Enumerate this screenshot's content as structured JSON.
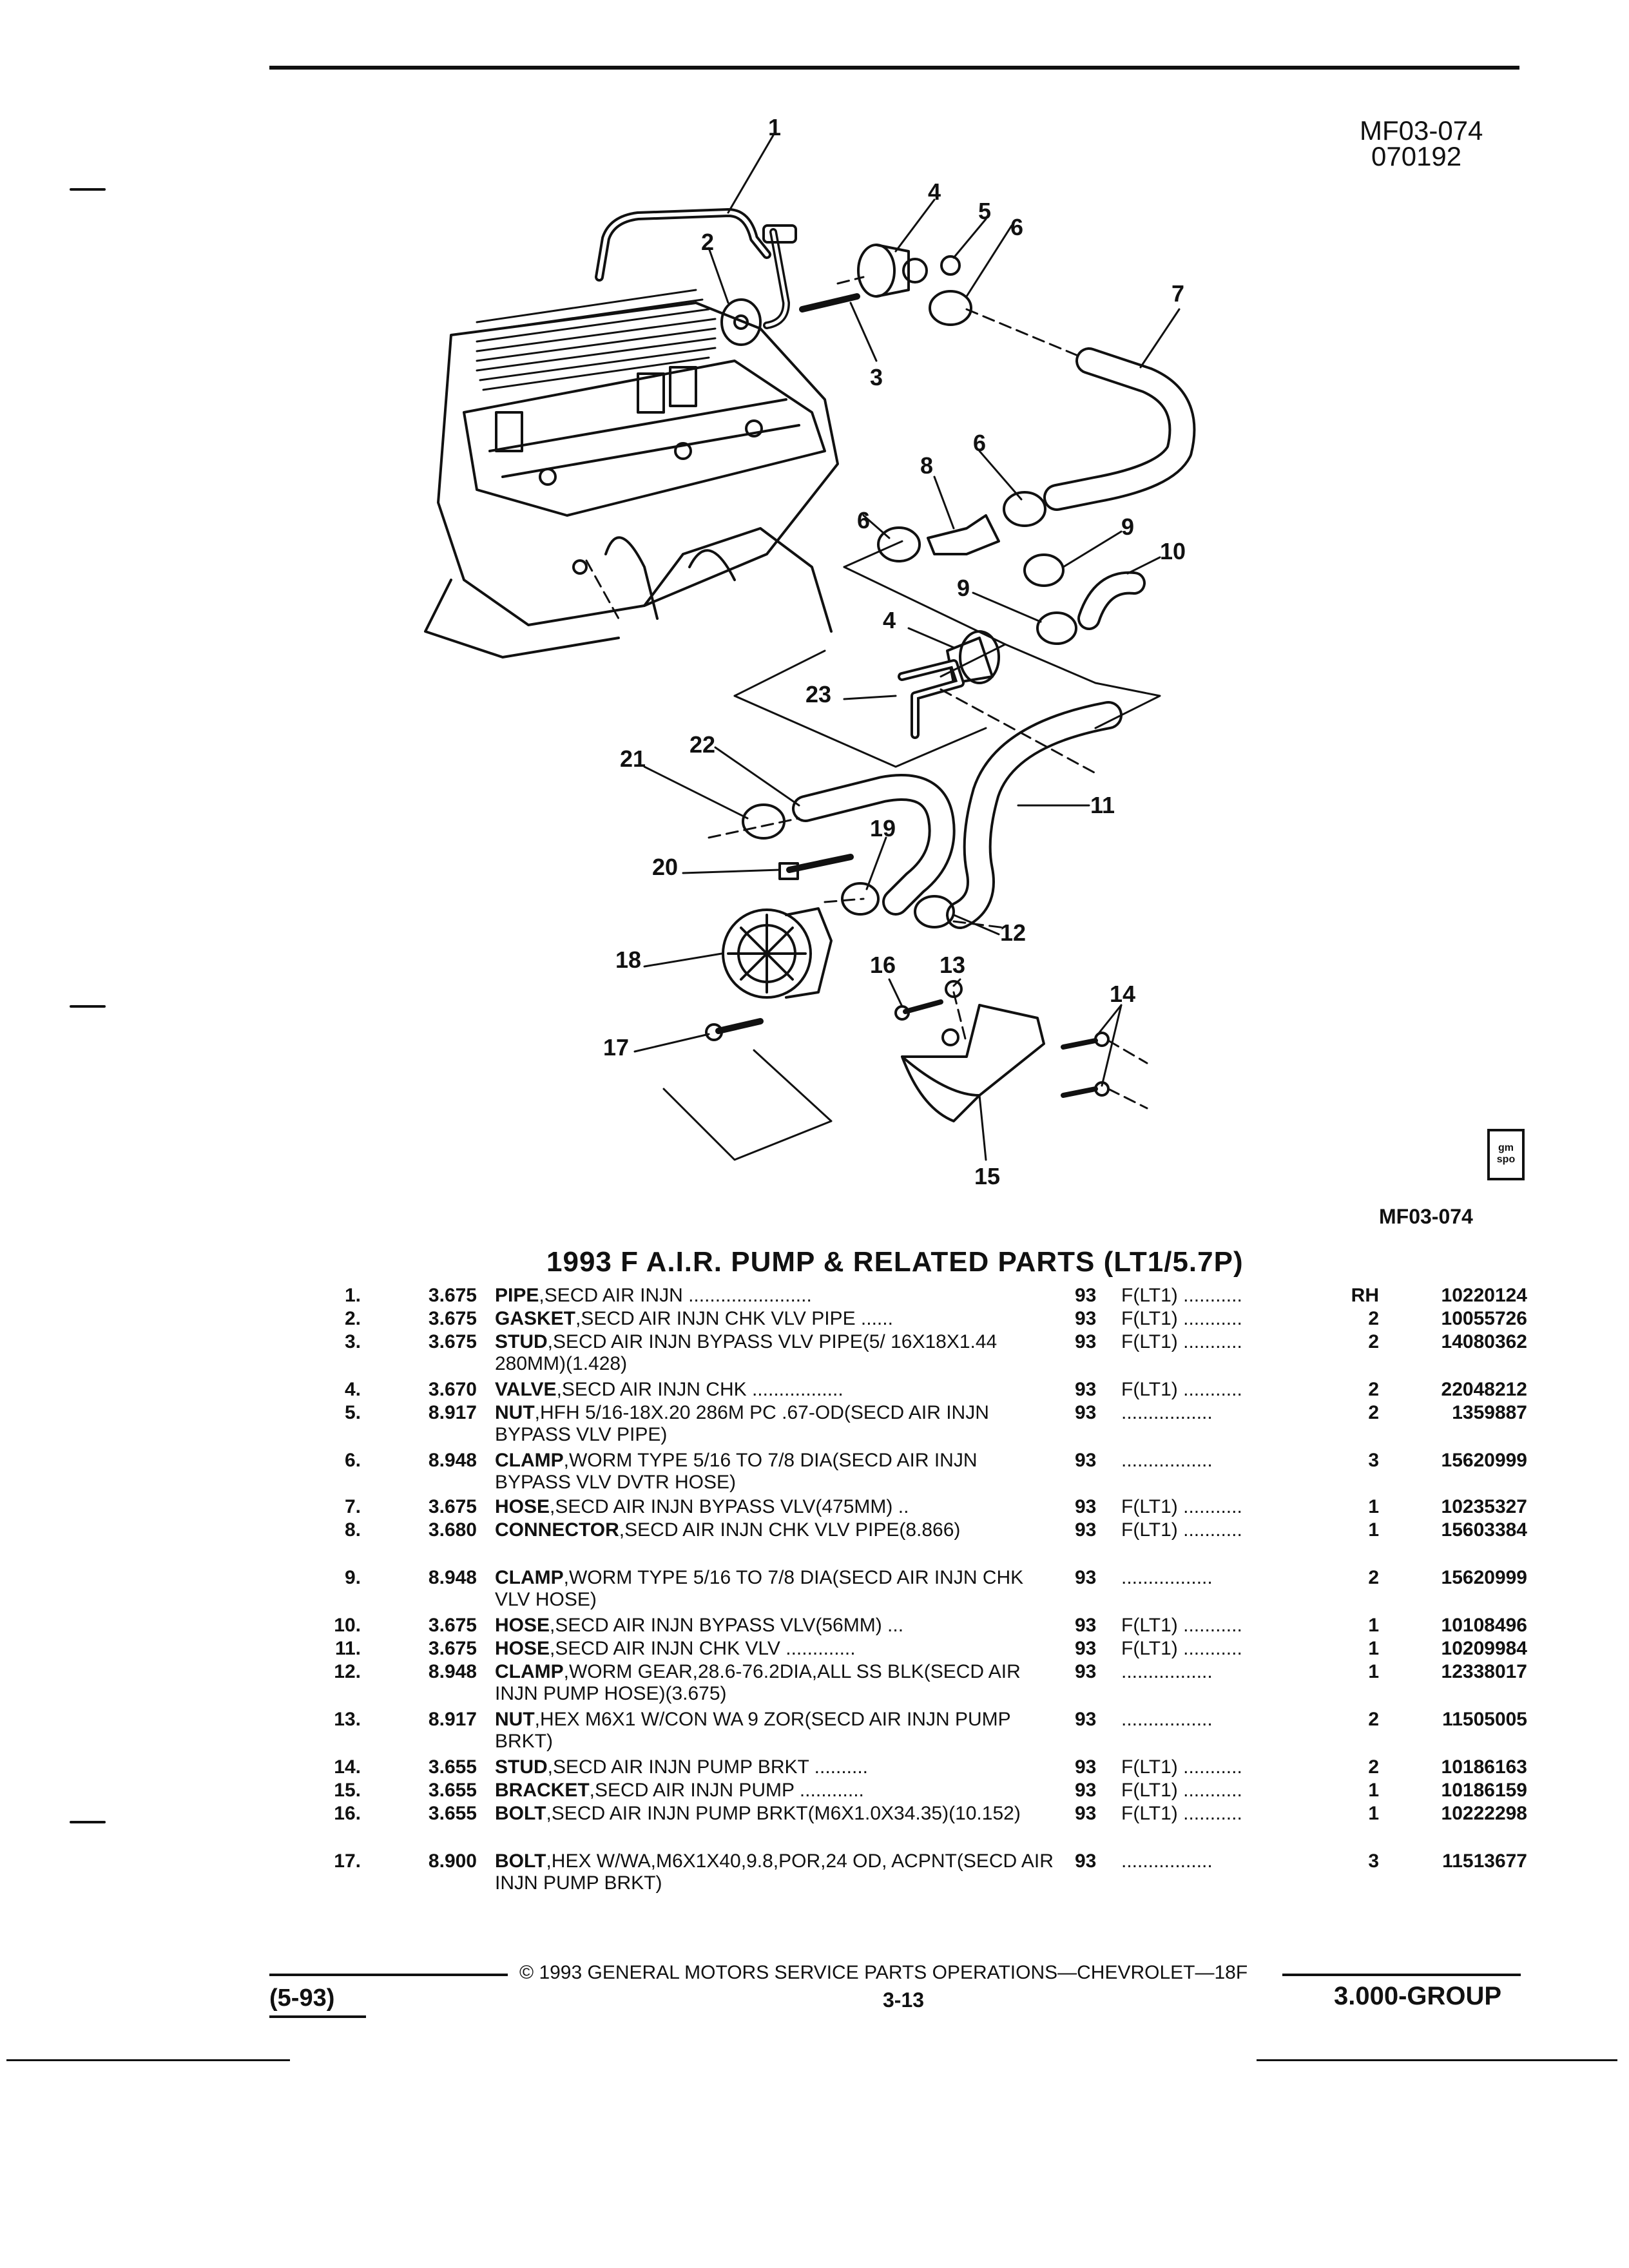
{
  "header": {
    "drawing_code": "MF03-074",
    "drawing_date": "070192"
  },
  "diagram": {
    "callouts": [
      "1",
      "2",
      "3",
      "4",
      "5",
      "6",
      "7",
      "6",
      "8",
      "6",
      "9",
      "10",
      "9",
      "4",
      "23",
      "22",
      "21",
      "11",
      "19",
      "20",
      "12",
      "18",
      "16",
      "13",
      "14",
      "17",
      "15"
    ],
    "logo_text_top": "gm",
    "logo_text_bottom": "spo",
    "drawing_code_bottom": "MF03-074"
  },
  "section": {
    "title": "1993 F A.I.R. PUMP & RELATED PARTS (LT1/5.7P)"
  },
  "parts": [
    {
      "num": "1.",
      "group": "3.675",
      "name": "PIPE",
      "desc": ",SECD AIR INJN",
      "leader": " .......................",
      "year": "93",
      "model": "F(LT1) ...........",
      "qty": "RH",
      "part": "10220124"
    },
    {
      "num": "2.",
      "group": "3.675",
      "name": "GASKET",
      "desc": ",SECD AIR INJN CHK VLV PIPE",
      "leader": " ......",
      "year": "93",
      "model": "F(LT1) ...........",
      "qty": "2",
      "part": "10055726"
    },
    {
      "num": "3.",
      "group": "3.675",
      "name": "STUD",
      "desc": ",SECD AIR INJN BYPASS VLV PIPE(5/ 16X18X1.44 280MM)(1.428)",
      "leader": "",
      "year": "93",
      "model": "F(LT1) ...........",
      "qty": "2",
      "part": "14080362"
    },
    {
      "num": "4.",
      "group": "3.670",
      "name": "VALVE",
      "desc": ",SECD AIR INJN CHK",
      "leader": " .................",
      "year": "93",
      "model": "F(LT1) ...........",
      "qty": "2",
      "part": "22048212"
    },
    {
      "num": "5.",
      "group": "8.917",
      "name": "NUT",
      "desc": ",HFH 5/16-18X.20 286M PC .67-OD(SECD AIR INJN BYPASS VLV PIPE)",
      "leader": "",
      "year": "93",
      "model": ".................",
      "qty": "2",
      "part": "1359887"
    },
    {
      "num": "6.",
      "group": "8.948",
      "name": "CLAMP",
      "desc": ",WORM TYPE 5/16 TO 7/8 DIA(SECD AIR INJN BYPASS VLV DVTR HOSE)",
      "leader": "",
      "year": "93",
      "model": ".................",
      "qty": "3",
      "part": "15620999"
    },
    {
      "num": "7.",
      "group": "3.675",
      "name": "HOSE",
      "desc": ",SECD AIR INJN BYPASS VLV(475MM)",
      "leader": " ..",
      "year": "93",
      "model": "F(LT1) ...........",
      "qty": "1",
      "part": "10235327"
    },
    {
      "num": "8.",
      "group": "3.680",
      "name": "CONNECTOR",
      "desc": ",SECD AIR INJN CHK VLV PIPE(8.866)",
      "leader": "",
      "year": "93",
      "model": "F(LT1) ...........",
      "qty": "1",
      "part": "15603384"
    },
    {
      "num": "9.",
      "group": "8.948",
      "name": "CLAMP",
      "desc": ",WORM TYPE 5/16 TO 7/8 DIA(SECD AIR INJN CHK VLV HOSE)",
      "leader": "",
      "year": "93",
      "model": ".................",
      "qty": "2",
      "part": "15620999"
    },
    {
      "num": "10.",
      "group": "3.675",
      "name": "HOSE",
      "desc": ",SECD AIR INJN BYPASS VLV(56MM)",
      "leader": " ...",
      "year": "93",
      "model": "F(LT1) ...........",
      "qty": "1",
      "part": "10108496"
    },
    {
      "num": "11.",
      "group": "3.675",
      "name": "HOSE",
      "desc": ",SECD AIR INJN CHK VLV",
      "leader": " .............",
      "year": "93",
      "model": "F(LT1) ...........",
      "qty": "1",
      "part": "10209984"
    },
    {
      "num": "12.",
      "group": "8.948",
      "name": "CLAMP",
      "desc": ",WORM GEAR,28.6-76.2DIA,ALL SS BLK(SECD AIR INJN PUMP HOSE)(3.675)",
      "leader": "",
      "year": "93",
      "model": ".................",
      "qty": "1",
      "part": "12338017"
    },
    {
      "num": "13.",
      "group": "8.917",
      "name": "NUT",
      "desc": ",HEX M6X1 W/CON WA 9 ZOR(SECD AIR INJN PUMP BRKT)",
      "leader": "",
      "year": "93",
      "model": ".................",
      "qty": "2",
      "part": "11505005"
    },
    {
      "num": "14.",
      "group": "3.655",
      "name": "STUD",
      "desc": ",SECD AIR INJN PUMP BRKT",
      "leader": " ..........",
      "year": "93",
      "model": "F(LT1) ...........",
      "qty": "2",
      "part": "10186163"
    },
    {
      "num": "15.",
      "group": "3.655",
      "name": "BRACKET",
      "desc": ",SECD AIR INJN PUMP",
      "leader": " ............",
      "year": "93",
      "model": "F(LT1) ...........",
      "qty": "1",
      "part": "10186159"
    },
    {
      "num": "16.",
      "group": "3.655",
      "name": "BOLT",
      "desc": ",SECD AIR INJN PUMP BRKT(M6X1.0X34.35)(10.152)",
      "leader": "",
      "year": "93",
      "model": "F(LT1) ...........",
      "qty": "1",
      "part": "10222298"
    },
    {
      "num": "17.",
      "group": "8.900",
      "name": "BOLT",
      "desc": ",HEX W/WA,M6X1X40,9.8,POR,24 OD, ACPNT(SECD AIR INJN PUMP BRKT)",
      "leader": "",
      "year": "93",
      "model": ".................",
      "qty": "3",
      "part": "11513677"
    }
  ],
  "footer": {
    "copyright": "© 1993 GENERAL MOTORS SERVICE PARTS OPERATIONS—CHEVROLET—18F",
    "date_code": "(5-93)",
    "page": "3-13",
    "group": "3.000-GROUP"
  }
}
